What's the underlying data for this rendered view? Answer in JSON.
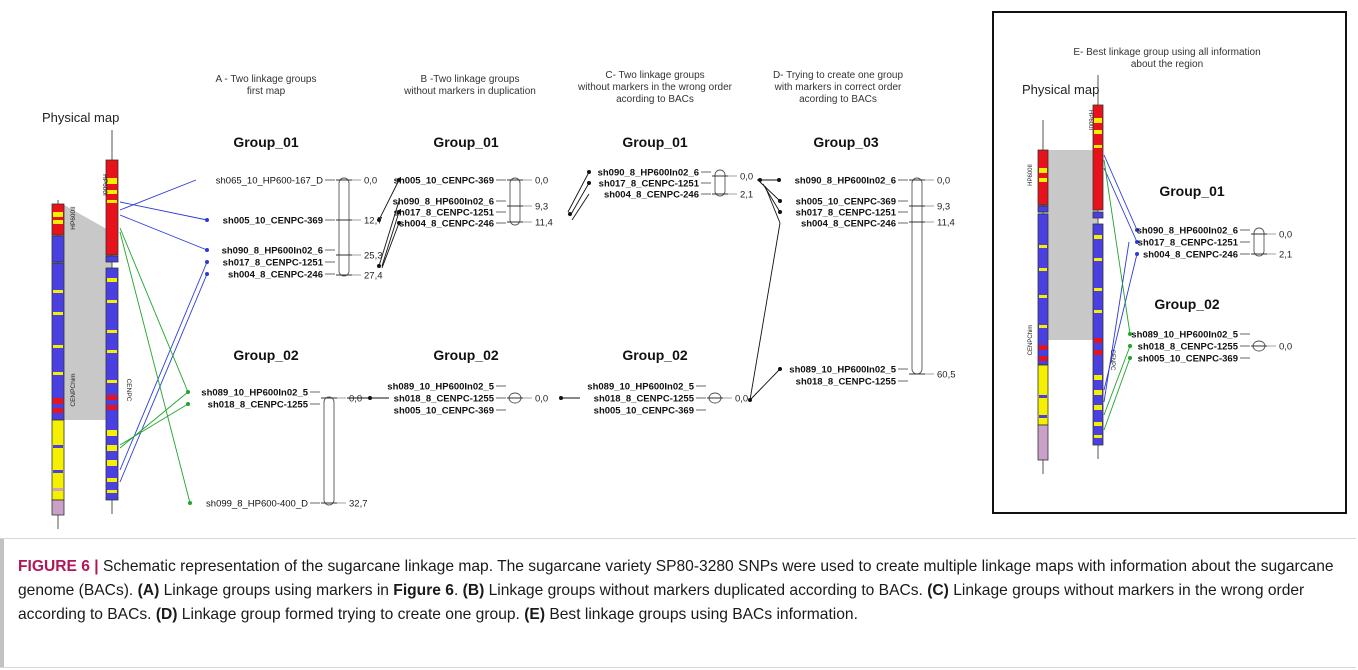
{
  "physical_map_labels": [
    "Physical map",
    "Physical map"
  ],
  "panels": {
    "A": {
      "title_lines": [
        "A - Two linkage groups",
        "first map"
      ]
    },
    "B": {
      "title_lines": [
        "B -Two linkage groups",
        "without markers in duplication"
      ]
    },
    "C": {
      "title_lines": [
        "C- Two linkage groups",
        "without markers in the wrong order",
        "acording to BACs"
      ]
    },
    "D": {
      "title_lines": [
        "D- Trying to create one group",
        "with markers in correct order",
        "acording to BACs"
      ]
    },
    "E": {
      "title_lines": [
        "E- Best linkage group using all information",
        "about the region"
      ]
    }
  },
  "chromosome_labels": {
    "left": {
      "top": "HP600II",
      "bottom": "CENPChim"
    },
    "right": {
      "top": "HP600I",
      "bottom": "CENPC"
    },
    "e_left": {
      "top": "HP600II",
      "bottom": "CENPChim"
    },
    "e_right": {
      "top": "HP600I",
      "bottom": "CENPC"
    }
  },
  "groups": [
    {
      "id": "A1",
      "name": "Group_01",
      "markers": [
        {
          "label": "sh065_10_HP600-167_D",
          "pos": "0,0"
        },
        {
          "label": "sh005_10_CENPC-369",
          "pos": "12,7"
        },
        {
          "label": "sh090_8_HP600In02_6",
          "pos": ""
        },
        {
          "label": "sh017_8_CENPC-1251",
          "pos": "25,3"
        },
        {
          "label": "sh004_8_CENPC-246",
          "pos": "27,4"
        }
      ]
    },
    {
      "id": "A2",
      "name": "Group_02",
      "markers": [
        {
          "label": "sh089_10_HP600In02_5",
          "pos": ""
        },
        {
          "label": "sh018_8_CENPC-1255",
          "pos": "0,0"
        },
        {
          "label": "sh099_8_HP600-400_D",
          "pos": "32,7"
        }
      ]
    },
    {
      "id": "B1",
      "name": "Group_01",
      "markers": [
        {
          "label": "sh005_10_CENPC-369",
          "pos": "0,0"
        },
        {
          "label": "sh090_8_HP600In02_6",
          "pos": "9,3"
        },
        {
          "label": "sh017_8_CENPC-1251",
          "pos": ""
        },
        {
          "label": "sh004_8_CENPC-246",
          "pos": "11,4"
        }
      ]
    },
    {
      "id": "B2",
      "name": "Group_02",
      "markers": [
        {
          "label": "sh089_10_HP600In02_5",
          "pos": ""
        },
        {
          "label": "sh018_8_CENPC-1255",
          "pos": "0,0"
        },
        {
          "label": "sh005_10_CENPC-369",
          "pos": ""
        }
      ]
    },
    {
      "id": "C1",
      "name": "Group_01",
      "markers": [
        {
          "label": "sh090_8_HP600In02_6",
          "pos": "0,0"
        },
        {
          "label": "sh017_8_CENPC-1251",
          "pos": ""
        },
        {
          "label": "sh004_8_CENPC-246",
          "pos": "2,1"
        }
      ]
    },
    {
      "id": "C2",
      "name": "Group_02",
      "markers": [
        {
          "label": "sh089_10_HP600In02_5",
          "pos": ""
        },
        {
          "label": "sh018_8_CENPC-1255",
          "pos": "0,0"
        },
        {
          "label": "sh005_10_CENPC-369",
          "pos": ""
        }
      ]
    },
    {
      "id": "D",
      "name": "Group_03",
      "markers": [
        {
          "label": "sh090_8_HP600In02_6",
          "pos": "0,0"
        },
        {
          "label": "sh005_10_CENPC-369",
          "pos": "9,3"
        },
        {
          "label": "sh017_8_CENPC-1251",
          "pos": ""
        },
        {
          "label": "sh004_8_CENPC-246",
          "pos": "11,4"
        },
        {
          "label": "sh089_10_HP600In02_5",
          "pos": "60,5"
        },
        {
          "label": "sh018_8_CENPC-1255",
          "pos": ""
        }
      ]
    },
    {
      "id": "E1",
      "name": "Group_01",
      "markers": [
        {
          "label": "sh090_8_HP600In02_6",
          "pos": "0,0"
        },
        {
          "label": "sh017_8_CENPC-1251",
          "pos": ""
        },
        {
          "label": "sh004_8_CENPC-246",
          "pos": "2,1"
        }
      ]
    },
    {
      "id": "E2",
      "name": "Group_02",
      "markers": [
        {
          "label": "sh089_10_HP600In02_5",
          "pos": ""
        },
        {
          "label": "sh018_8_CENPC-1255",
          "pos": "0,0"
        },
        {
          "label": "sh005_10_CENPC-369",
          "pos": ""
        }
      ]
    }
  ],
  "colors": {
    "chrom_red": "#e8121b",
    "chrom_yellow": "#f5f000",
    "chrom_blue": "#4a3fe0",
    "chrom_pink": "#c9a0c8",
    "synteny_gray": "#c8c8c8",
    "blue_link": "#2a3bd8",
    "green_link": "#1fa52a",
    "caption_accent": "#b0175a"
  },
  "caption": {
    "label": "FIGURE 6 |",
    "segments": [
      {
        "text": " Schematic representation of the sugarcane linkage map. The sugarcane variety SP80-3280 SNPs were used to create multiple linkage maps with information about the sugarcane genome (BACs). ",
        "bold": false
      },
      {
        "text": "(A)",
        "bold": true
      },
      {
        "text": " Linkage groups using markers in ",
        "bold": false
      },
      {
        "text": "Figure 6",
        "bold": true
      },
      {
        "text": ". ",
        "bold": false
      },
      {
        "text": "(B)",
        "bold": true
      },
      {
        "text": " Linkage groups without markers duplicated according to BACs. ",
        "bold": false
      },
      {
        "text": "(C)",
        "bold": true
      },
      {
        "text": " Linkage groups without markers in the wrong order according to BACs. ",
        "bold": false
      },
      {
        "text": "(D)",
        "bold": true
      },
      {
        "text": " Linkage group formed trying to create one group. ",
        "bold": false
      },
      {
        "text": "(E)",
        "bold": true
      },
      {
        "text": " Best linkage groups using BACs information.",
        "bold": false
      }
    ]
  }
}
